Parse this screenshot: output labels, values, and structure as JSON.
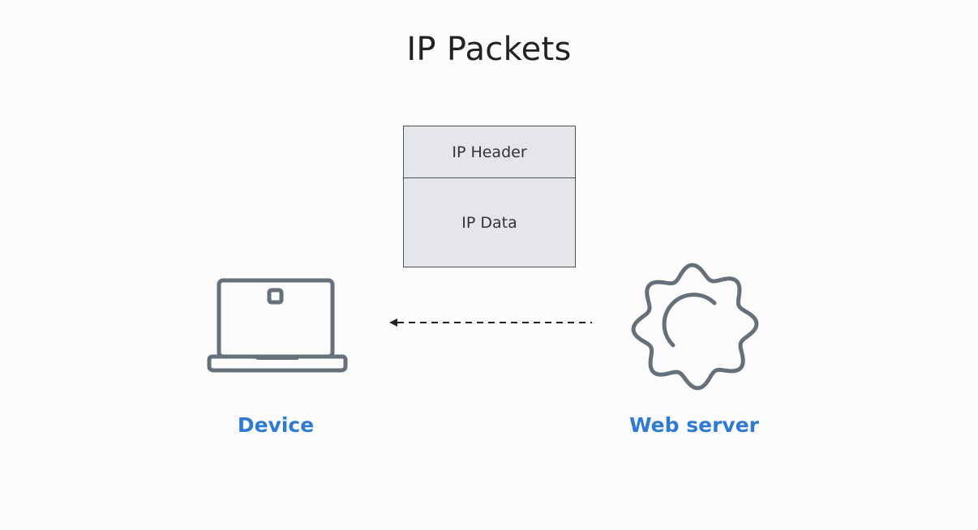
{
  "title": "IP Packets",
  "packet": {
    "header_label": "IP Header",
    "data_label": "IP Data"
  },
  "device": {
    "label": "Device",
    "icon": "laptop-icon"
  },
  "server": {
    "label": "Web server",
    "icon": "gear-icon"
  },
  "arrow": {
    "direction": "server-to-device",
    "style": "dashed"
  },
  "colors": {
    "label_accent": "#2e7bd6",
    "icon_stroke": "#66707a",
    "packet_fill": "#e4e6ea",
    "packet_border": "#4a4f57"
  }
}
